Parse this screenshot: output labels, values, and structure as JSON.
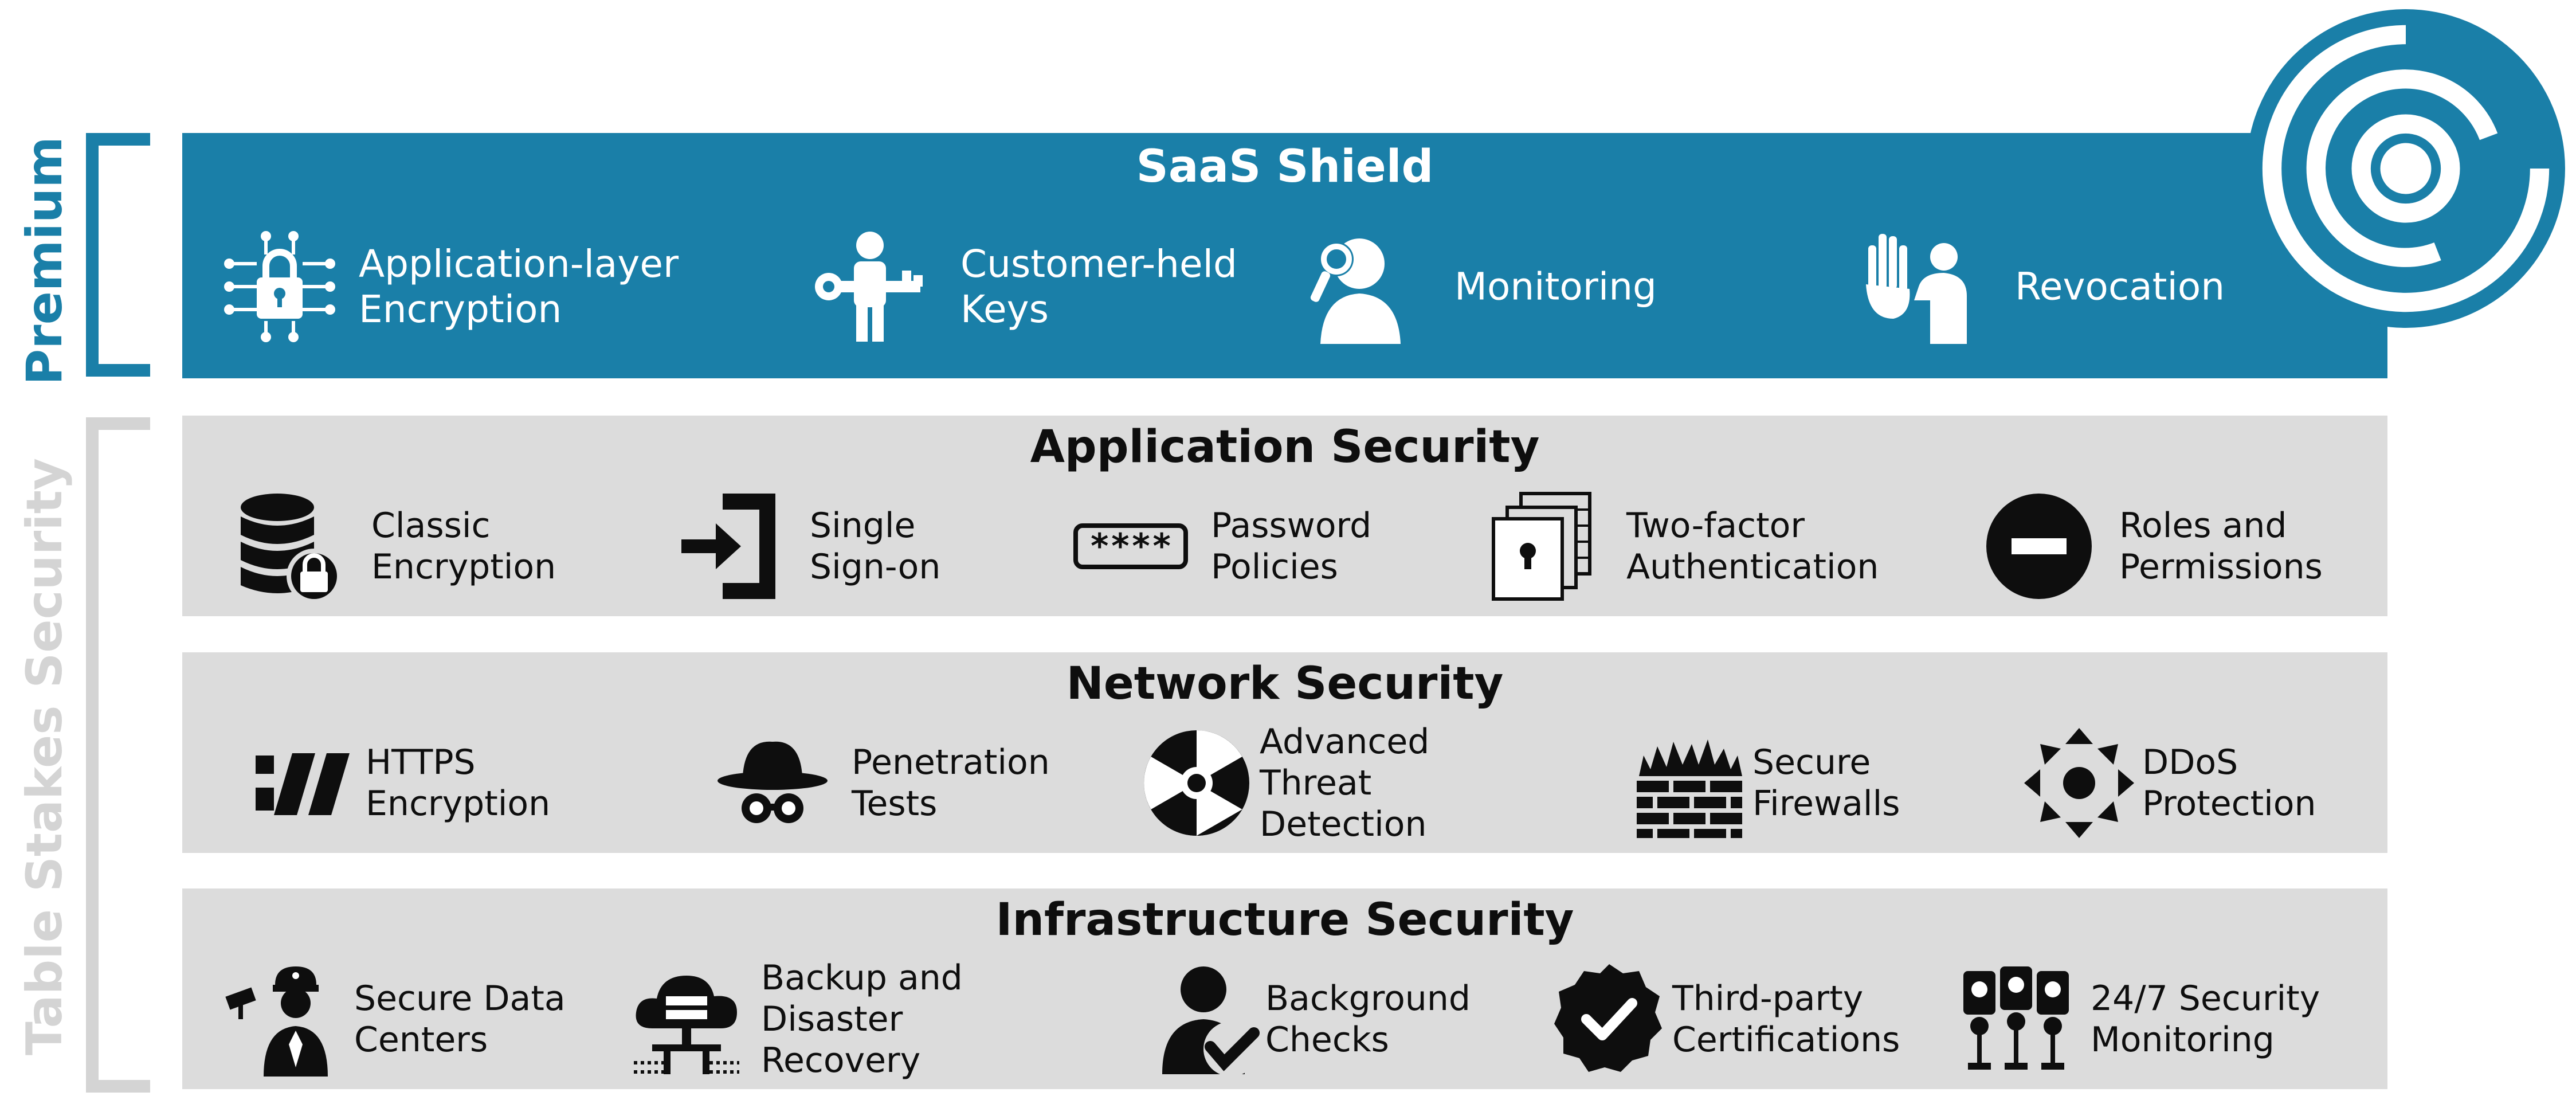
{
  "colors": {
    "premium_blue": "#1a7fa8",
    "band_gray": "#dcdcdc",
    "side_gray": "#d4d4d4",
    "text_dark": "#0e0e0e",
    "text_white": "#ffffff"
  },
  "side_labels": {
    "premium": "Premium",
    "table_stakes": "Table Stakes Security"
  },
  "premium": {
    "title": "SaaS Shield",
    "items": [
      {
        "label": "Application-layer\nEncryption",
        "icon": "encryption-lock-icon"
      },
      {
        "label": "Customer-held\nKeys",
        "icon": "person-key-icon"
      },
      {
        "label": "Monitoring",
        "icon": "person-magnifier-icon"
      },
      {
        "label": "Revocation",
        "icon": "stop-hand-person-icon"
      }
    ]
  },
  "application_security": {
    "title": "Application Security",
    "items": [
      {
        "label": "Classic\nEncryption",
        "icon": "database-lock-icon"
      },
      {
        "label": "Single\nSign-on",
        "icon": "sign-in-icon"
      },
      {
        "label": "Password\nPolicies",
        "icon": "password-field-icon"
      },
      {
        "label": "Two-factor\nAuthentication",
        "icon": "vault-doors-icon"
      },
      {
        "label": "Roles and\nPermissions",
        "icon": "minus-circle-icon"
      }
    ]
  },
  "network_security": {
    "title": "Network Security",
    "items": [
      {
        "label": "HTTPS\nEncryption",
        "icon": "https-bars-icon"
      },
      {
        "label": "Penetration\nTests",
        "icon": "spy-hat-icon"
      },
      {
        "label": "Advanced Threat\nDetection",
        "icon": "radiation-icon"
      },
      {
        "label": "Secure\nFirewalls",
        "icon": "firewall-icon"
      },
      {
        "label": "DDoS\nProtection",
        "icon": "ddos-arrows-icon"
      }
    ]
  },
  "infrastructure_security": {
    "title": "Infrastructure Security",
    "items": [
      {
        "label": "Secure Data\nCenters",
        "icon": "security-guard-icon"
      },
      {
        "label": "Backup and Disaster\nRecovery",
        "icon": "cloud-server-icon"
      },
      {
        "label": "Background\nChecks",
        "icon": "person-check-icon"
      },
      {
        "label": "Third-party\nCertifications",
        "icon": "badge-check-icon"
      },
      {
        "label": "24/7 Security\nMonitoring",
        "icon": "monitoring-team-icon"
      }
    ]
  }
}
